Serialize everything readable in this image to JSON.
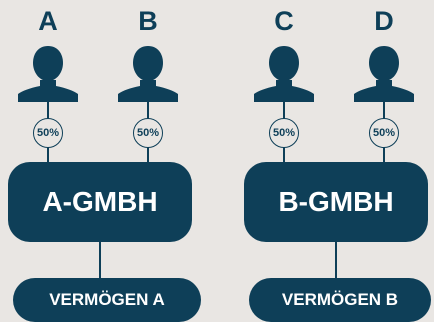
{
  "shareholders": [
    {
      "letter": "A",
      "share": "50%"
    },
    {
      "letter": "B",
      "share": "50%"
    },
    {
      "letter": "C",
      "share": "50%"
    },
    {
      "letter": "D",
      "share": "50%"
    }
  ],
  "companies": [
    {
      "name": "A-GMBH",
      "asset": "VERMÖGEN A"
    },
    {
      "name": "B-GMBH",
      "asset": "VERMÖGEN B"
    }
  ],
  "colors": {
    "primary": "#0e3f58",
    "background": "#e9e6e3"
  },
  "icons": {
    "person": "person-icon"
  }
}
